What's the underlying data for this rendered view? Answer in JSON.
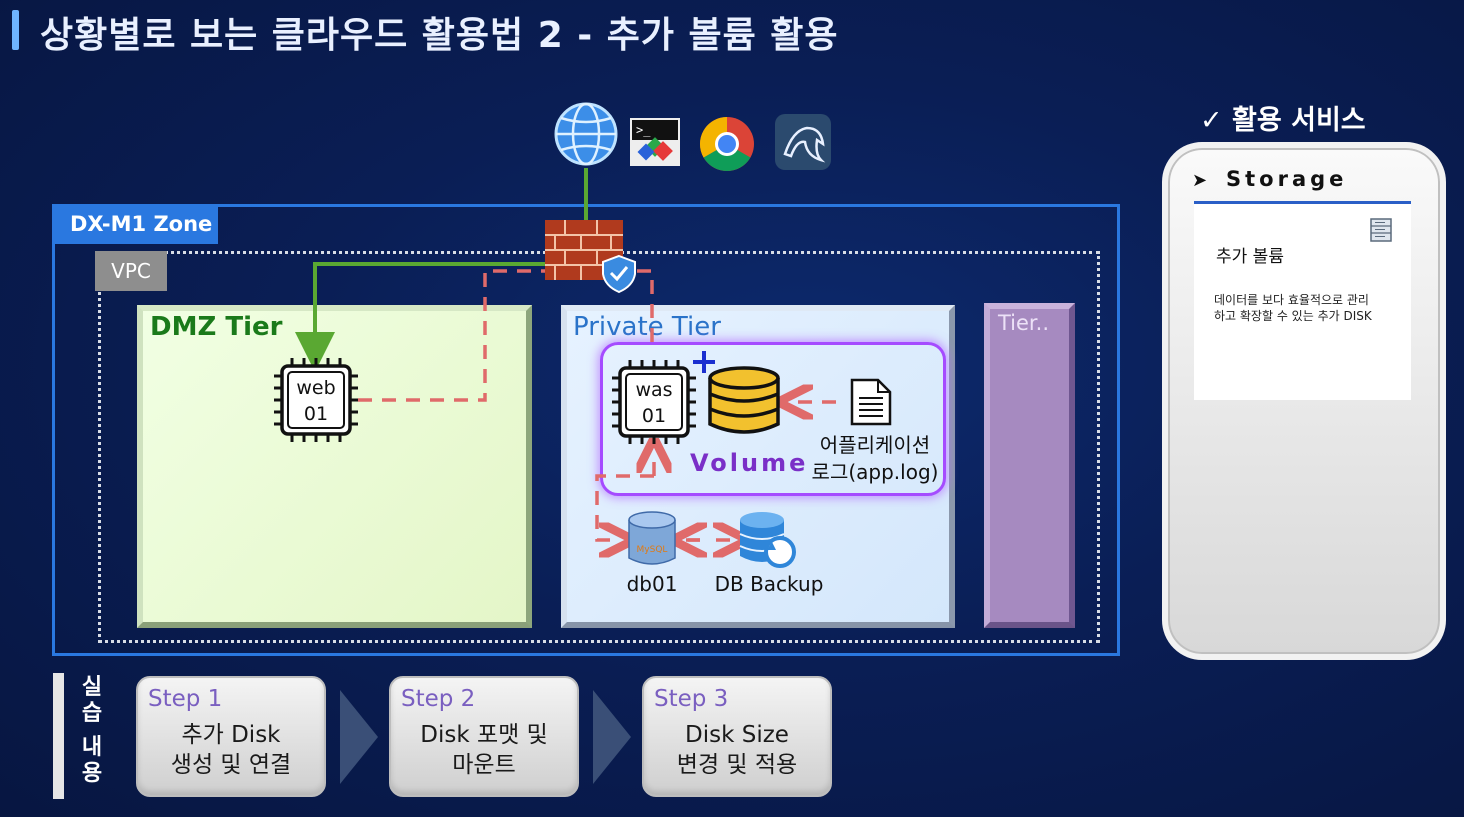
{
  "title": "상황별로 보는 클라우드 활용법 2 - 추가 볼륨 활용",
  "zone_label": "DX-M1 Zone",
  "vpc_label": "VPC",
  "tiers": {
    "dmz": "DMZ Tier",
    "private": "Private Tier",
    "other": "Tier.."
  },
  "nodes": {
    "web_line1": "web",
    "web_line2": "01",
    "was_line1": "was",
    "was_line2": "01",
    "volume": "Volume",
    "applog_line1": "어플리케이션",
    "applog_line2": "로그(app.log)",
    "db": "db01",
    "db_backup": "DB Backup"
  },
  "services": {
    "heading": "✓ 활용 서비스",
    "category": "Storage",
    "card_title": "추가 볼륨",
    "card_desc": "데이터를 보다 효율적으로 관리하고 확장할 수 있는 추가 DISK"
  },
  "practice": {
    "label_chars": [
      "실",
      "습",
      "내",
      "용"
    ],
    "steps": [
      {
        "title": "Step 1",
        "line1": "추가 Disk",
        "line2": "생성 및 연결"
      },
      {
        "title": "Step 2",
        "line1": "Disk 포맷 및",
        "line2": "마운트"
      },
      {
        "title": "Step 3",
        "line1": "Disk Size",
        "line2": "변경 및 적용"
      }
    ]
  },
  "colors": {
    "zone": "#2a78e0",
    "internet_line": "#5aa832",
    "dashed_line": "#e06a6a",
    "volume_border": "#a54bff"
  }
}
